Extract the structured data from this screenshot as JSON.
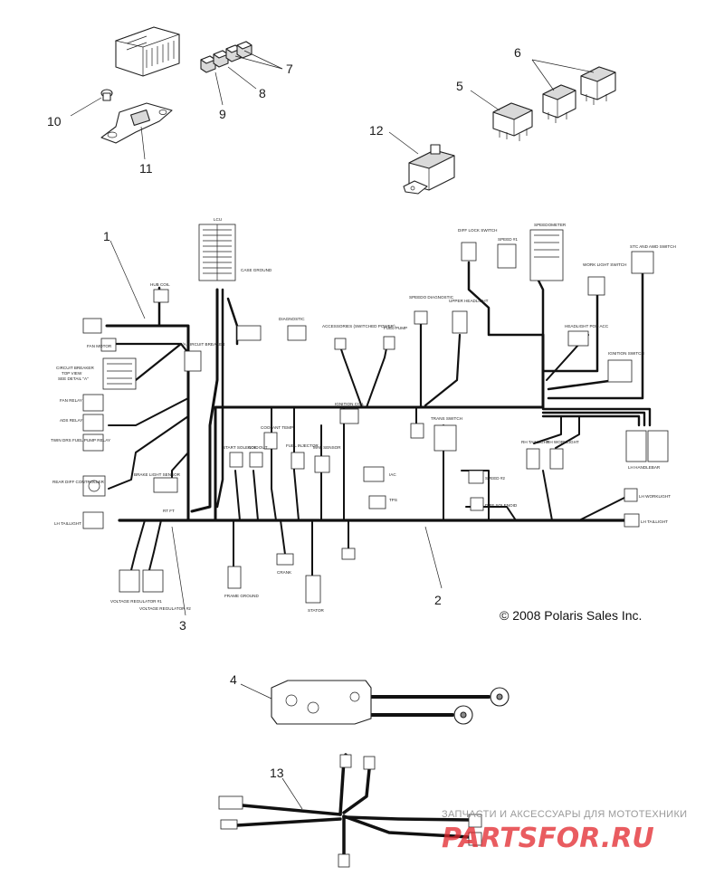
{
  "diagram": {
    "callouts": [
      "1",
      "2",
      "3",
      "4",
      "5",
      "6",
      "7",
      "8",
      "9",
      "10",
      "11",
      "12",
      "13"
    ],
    "copyright": "© 2008 Polaris Sales Inc.",
    "labels": {
      "lcu": "LCU",
      "hub_coil": "HUB COIL",
      "fan_motor": "FAN MOTOR",
      "circuit_breaker": "CIRCUIT BREAKER",
      "top view": "TOP VIEW",
      "see_detail": "SEE DETAIL \"A\"",
      "fan_relay": "FAN RELAY",
      "ads_relay": "ADS RELAY",
      "twin_fuel_pump": "TWIN DRS FUEL PUMP RELAY",
      "rear_diff_controller": "REAR DIFF CONTROLLER",
      "brake_light_sensor": "BRAKE LIGHT SENSOR",
      "lh_taillight": "LH TAILLIGHT",
      "voltage_regulator_1": "VOLTAGE REGULATOR #1",
      "voltage_regulator_2": "VOLTAGE REGULATOR #2",
      "rt_ft": "RT FT",
      "n_a_circuit_breaker": "N/A CIRCUIT BREAKER",
      "case_ground": "CASE GROUND",
      "diagnostic": "DIAGNOSTIC",
      "accessories_switched_power": "ACCESSORIES (SWITCHED POWER)",
      "fuel_pump": "FUEL PUMP",
      "speedo_diagnostic": "SPEEDO DIAGNOSTIC",
      "upper_headlight": "UPPER HEADLIGHT",
      "diff_lock_switch": "DIFF LOCK SWITCH",
      "speed": "SPEED #1",
      "speedometer": "SPEEDOMETER",
      "work_light_switch": "WORK LIGHT SWITCH",
      "headlight_pod_acc": "HEADLIGHT POD ACC",
      "stc_and_awd_switch": "STC AND AWD SWITCH",
      "ignition_switch": "IGNITION SWITCH",
      "coolant_temp": "COOLANT TEMP",
      "start_solenoid": "START SOLENOID",
      "coil_out": "COIL OUT",
      "fuel_injector": "FUEL INJECTOR",
      "map_sensor": "MAP SENSOR",
      "ignition_coil": "IGNITION COIL",
      "iac": "IAC",
      "tps": "TPS",
      "trans_switch": "TRANS SWITCH",
      "speed_2": "SPEED #2",
      "diff_solenoid": "DIFF SOLENOID",
      "rh_taillight": "RH TAILLIGHT",
      "rh_worklight": "RH WORKLIGHT",
      "lh_handlebar": "LH HANDLEBAR",
      "lh_worklight": "LH WORKLIGHT",
      "lh_taillight_r": "LH TAILLIGHT",
      "crank": "CRANK",
      "stator": "STATOR",
      "frame_ground": "FRAME GROUND"
    },
    "watermark": {
      "top": "ЗАПЧАСТИ И АКСЕССУАРЫ ДЛЯ МОТОТЕХНИКИ",
      "brand": "PARTSFOR.RU"
    }
  }
}
